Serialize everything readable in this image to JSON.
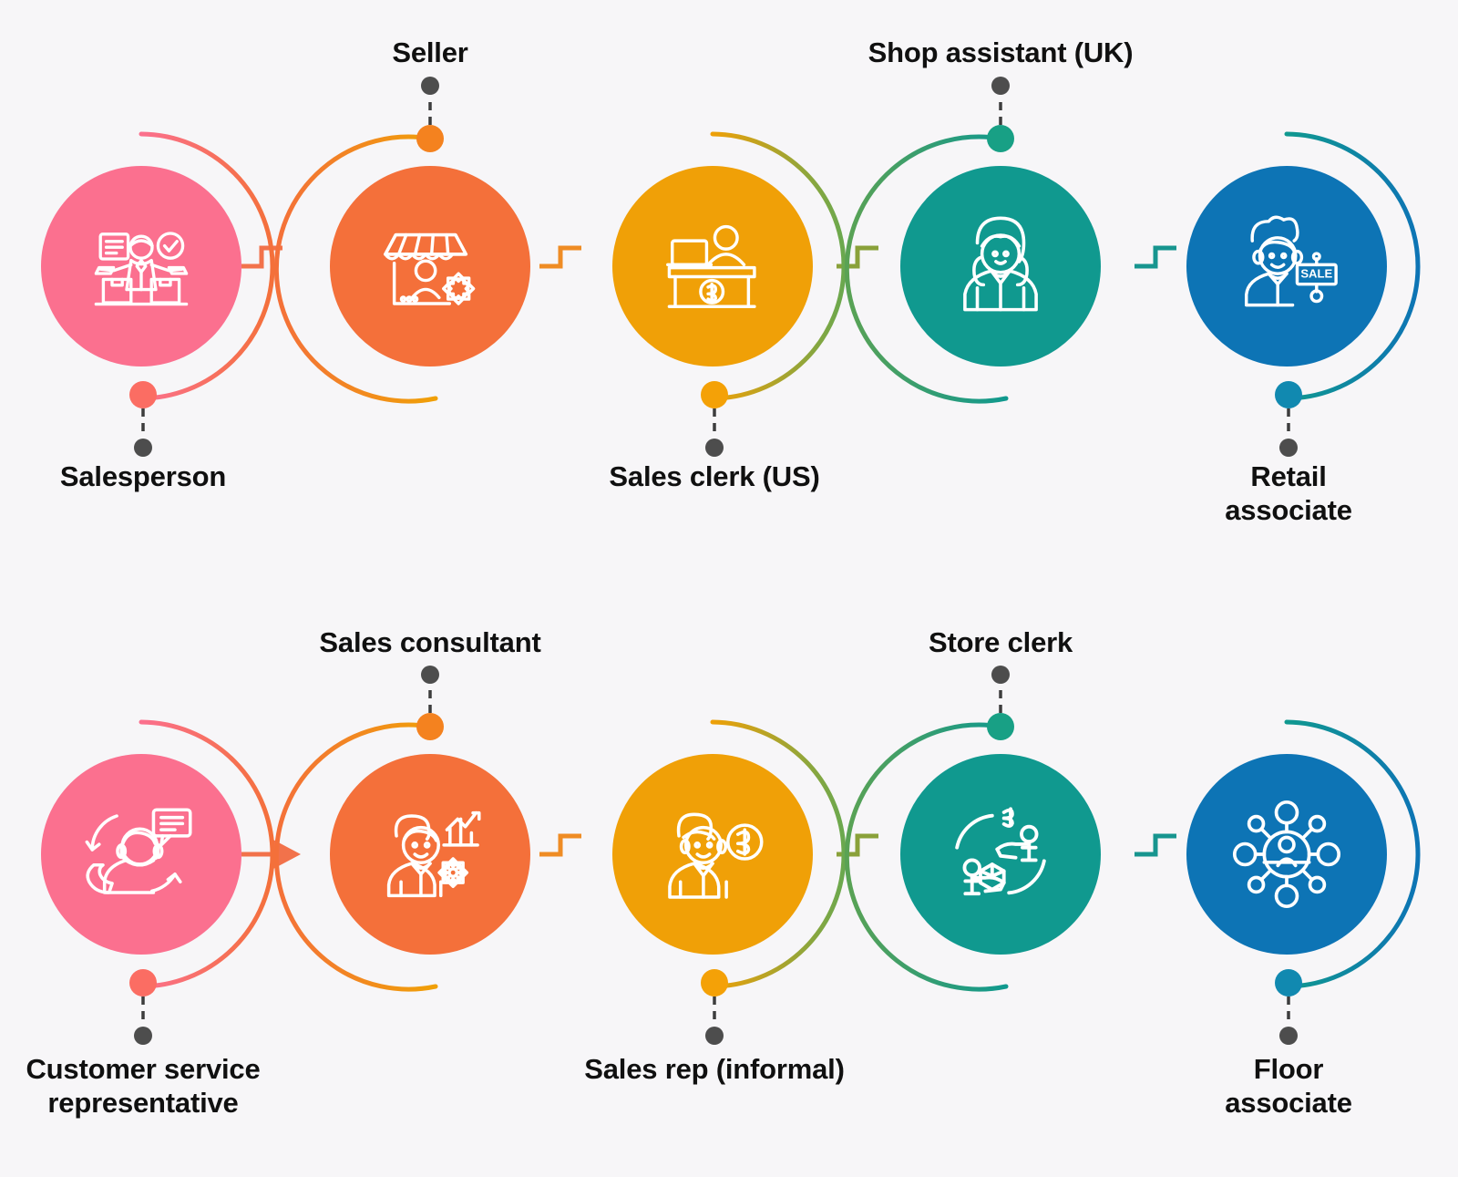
{
  "diagram": {
    "type": "process-chain",
    "title_visible": false,
    "background_color": "#f7f6f8",
    "label_color": "#101010",
    "connector_dot_color": "#4d4d4d",
    "palette": [
      "#fb708f",
      "#f4703a",
      "#f0a007",
      "#10998f",
      "#0d74b5"
    ],
    "rows": [
      {
        "row_index": 0,
        "nodes": [
          {
            "id": "salesperson",
            "label": "Salesperson",
            "label_position": "below",
            "color": "#fb708f",
            "arc_gradient_from": "#fb708f",
            "arc_gradient_to": "#f4703a",
            "icon": "salesperson-boxes-icon",
            "icon_description": "person with raised arms, clipboard, checkmark and parcel boxes"
          },
          {
            "id": "seller",
            "label": "Seller",
            "label_position": "above",
            "color": "#f4703a",
            "arc_gradient_from": "#f4703a",
            "arc_gradient_to": "#f0a007",
            "icon": "storefront-gear-icon",
            "icon_description": "market stall storefront with vendor and gear"
          },
          {
            "id": "sales-clerk-us",
            "label": "Sales clerk (US)",
            "label_position": "below",
            "color": "#f0a007",
            "arc_gradient_from": "#f0a007",
            "arc_gradient_to": "#6aa84f",
            "icon": "checkout-counter-icon",
            "icon_description": "clerk behind counter with laptop and dollar sign"
          },
          {
            "id": "shop-assistant-uk",
            "label": "Shop assistant (UK)",
            "label_position": "above",
            "color": "#10998f",
            "arc_gradient_from": "#4f9e56",
            "arc_gradient_to": "#10998f",
            "icon": "female-assistant-icon",
            "icon_description": "female shop assistant bust portrait"
          },
          {
            "id": "retail-associate",
            "label": "Retail associate",
            "label_position": "below",
            "color": "#0d74b5",
            "arc_gradient_from": "#10998f",
            "arc_gradient_to": "#0d74b5",
            "icon": "sale-sign-person-icon",
            "icon_description": "person holding a SALE sign board",
            "icon_text": "SALE"
          }
        ]
      },
      {
        "row_index": 1,
        "nodes": [
          {
            "id": "customer-service-representative",
            "label": "Customer service\nrepresentative",
            "label_position": "below",
            "color": "#fb708f",
            "arc_gradient_from": "#fb708f",
            "arc_gradient_to": "#f4703a",
            "icon": "headset-support-icon",
            "icon_description": "support agent with headset, phone handset and chat bubble"
          },
          {
            "id": "sales-consultant",
            "label": "Sales consultant",
            "label_position": "above",
            "color": "#f4703a",
            "arc_gradient_from": "#f4703a",
            "arc_gradient_to": "#f0a007",
            "icon": "consultant-chart-gear-icon",
            "icon_description": "consultant with bar chart and gear"
          },
          {
            "id": "sales-rep-informal",
            "label": "Sales rep (informal)",
            "label_position": "below",
            "color": "#f0a007",
            "arc_gradient_from": "#f0a007",
            "arc_gradient_to": "#6aa84f",
            "icon": "salesman-dollar-coin-icon",
            "icon_description": "salesman in tie beside a dollar coin"
          },
          {
            "id": "store-clerk",
            "label": "Store clerk",
            "label_position": "above",
            "color": "#10998f",
            "arc_gradient_from": "#4f9e56",
            "arc_gradient_to": "#10998f",
            "icon": "money-goods-exchange-icon",
            "icon_description": "two people exchanging money and a package in a circular flow"
          },
          {
            "id": "floor-associate",
            "label": "Floor associate",
            "label_position": "below",
            "color": "#0d74b5",
            "arc_gradient_from": "#10998f",
            "arc_gradient_to": "#0d74b5",
            "icon": "network-hub-person-icon",
            "icon_description": "person at centre of a network hub of connected nodes"
          }
        ]
      }
    ],
    "connectors": [
      {
        "row": 0,
        "from": "salesperson",
        "to": "seller",
        "arrowhead": false
      },
      {
        "row": 0,
        "from": "seller",
        "to": "sales-clerk-us",
        "arrowhead": false
      },
      {
        "row": 0,
        "from": "sales-clerk-us",
        "to": "shop-assistant-uk",
        "arrowhead": false
      },
      {
        "row": 0,
        "from": "shop-assistant-uk",
        "to": "retail-associate",
        "arrowhead": false
      },
      {
        "row": 1,
        "from": "customer-service-representative",
        "to": "sales-consultant",
        "arrowhead": true
      },
      {
        "row": 1,
        "from": "sales-consultant",
        "to": "sales-rep-informal",
        "arrowhead": false
      },
      {
        "row": 1,
        "from": "sales-rep-informal",
        "to": "store-clerk",
        "arrowhead": false
      },
      {
        "row": 1,
        "from": "store-clerk",
        "to": "floor-associate",
        "arrowhead": false
      }
    ]
  }
}
